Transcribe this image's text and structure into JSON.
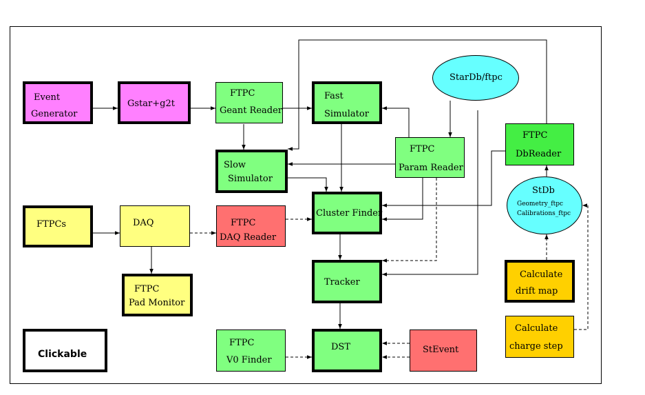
{
  "colors": {
    "magenta": "#ff80ff",
    "light_green": "#80ff80",
    "green": "#44ee44",
    "yellow": "#ffff80",
    "salmon": "#ff7070",
    "orange": "#ffd000",
    "cyan": "#66ffff",
    "white": "#ffffff"
  },
  "nodes": {
    "event_generator": {
      "line1": "Event",
      "line2": "Generator"
    },
    "gstar": {
      "line1": "Gstar+g2t"
    },
    "ftpc_geant": {
      "line1": "FTPC",
      "line2": "Geant Reader"
    },
    "fast_sim": {
      "line1": "Fast",
      "line2": "Simulator"
    },
    "slow_sim": {
      "line1": "Slow",
      "line2": "Simulator"
    },
    "param_reader": {
      "line1": "FTPC",
      "line2": "Param Reader"
    },
    "ftpc_dbreader": {
      "line1": "FTPC",
      "line2": "DbReader"
    },
    "ftpcs": {
      "line1": "FTPCs"
    },
    "daq": {
      "line1": "DAQ"
    },
    "daq_reader": {
      "line1": "FTPC",
      "line2": "DAQ Reader"
    },
    "cluster_finder": {
      "line1": "Cluster Finder"
    },
    "pad_monitor": {
      "line1": "FTPC",
      "line2": "Pad Monitor"
    },
    "tracker": {
      "line1": "Tracker"
    },
    "calc_drift": {
      "line1": "Calculate",
      "line2": "drift map"
    },
    "calc_charge": {
      "line1": "Calculate",
      "line2": "charge step"
    },
    "clickable": {
      "line1": "Clickable"
    },
    "v0_finder": {
      "line1": "FTPC",
      "line2": "V0 Finder"
    },
    "dst": {
      "line1": "DST"
    },
    "stevent": {
      "line1": "StEvent"
    }
  },
  "ellipses": {
    "stardb": {
      "label": "StarDb/ftpc"
    },
    "stdb": {
      "title": "StDb",
      "line2": "Geometry_ftpc",
      "line3": "Calibrations_ftpc"
    }
  }
}
